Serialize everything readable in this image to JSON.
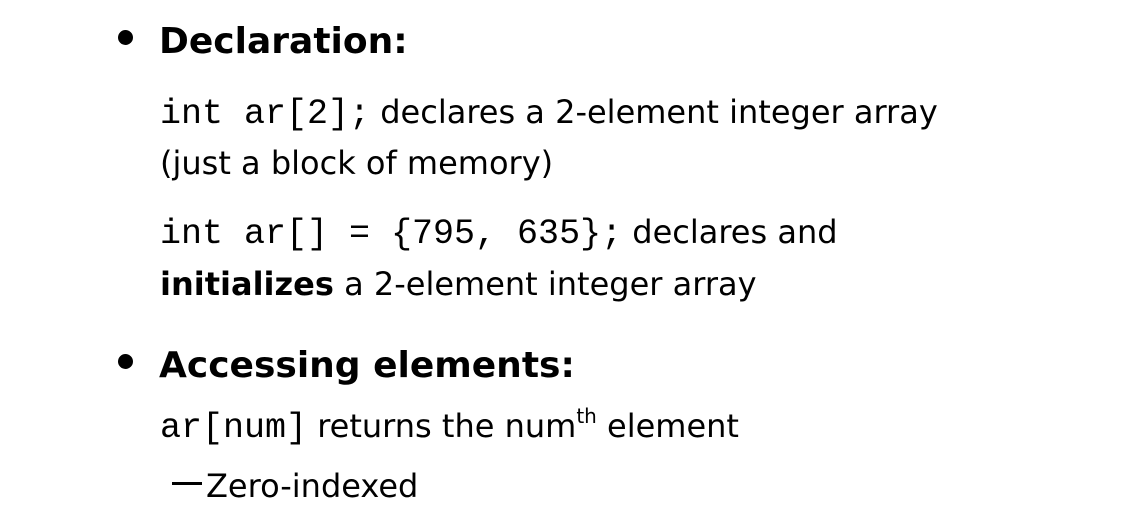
{
  "slide": {
    "declaration": {
      "heading": "Declaration:",
      "line1": {
        "code": "int ar[2];",
        "text": " declares a 2-element integer array"
      },
      "line2": {
        "text": "(just a block of memory)"
      },
      "line3": {
        "code": "int ar[] = {795, 635};",
        "text": " declares and"
      },
      "line4": {
        "bold": "initializes",
        "text": " a 2-element integer array"
      }
    },
    "accessing": {
      "heading": "Accessing elements:",
      "line1": {
        "code": "ar[num]",
        "text_before_sup": " returns the num",
        "sup": "th",
        "text_after_sup": " element"
      },
      "sub_item": "Zero-indexed"
    }
  }
}
